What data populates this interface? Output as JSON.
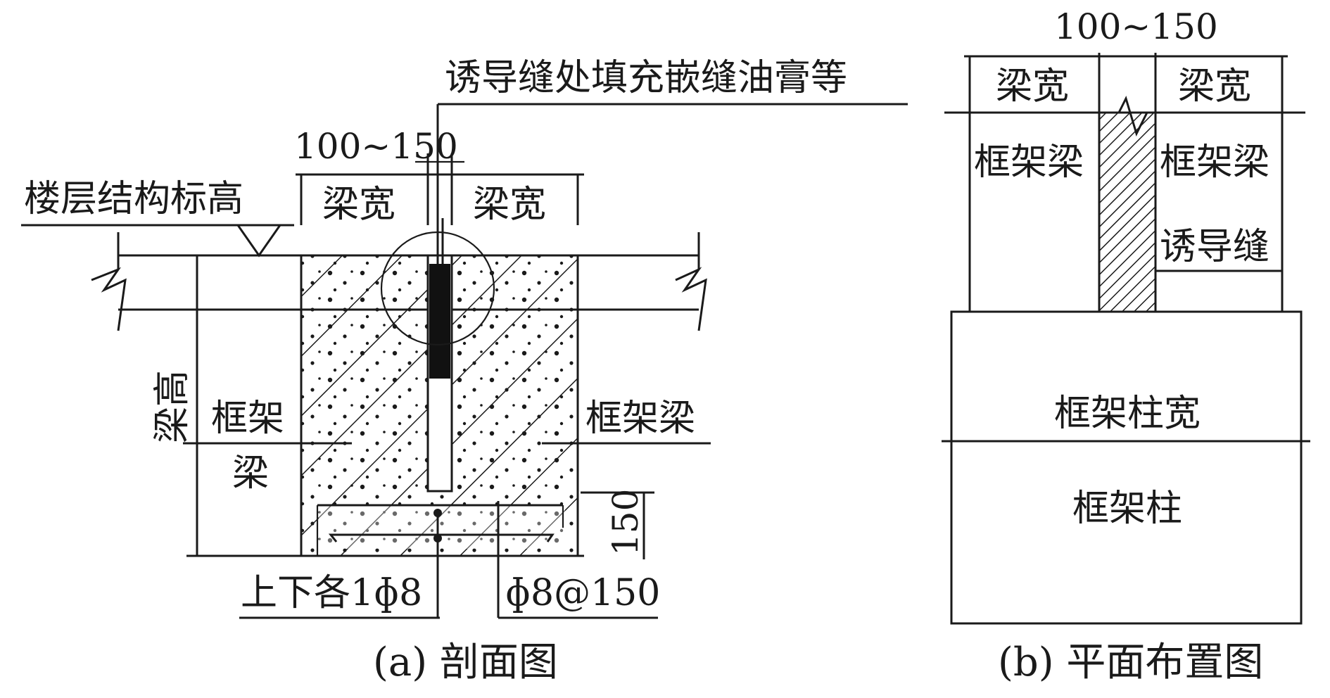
{
  "section": {
    "caption": "(a) 剖面图",
    "joint_note": "诱导缝处填充嵌缝油膏等",
    "floor_level_label": "楼层结构标高",
    "gap_dim": "100~150",
    "beam_width_left": "梁宽",
    "beam_width_right": "梁宽",
    "beam_height_label": "梁高",
    "frame_beam_left_line1": "框架",
    "frame_beam_left_line2": "梁",
    "frame_beam_right": "框架梁",
    "bottom_dim": "150",
    "rebar_left": "上下各1ɸ8",
    "rebar_right": "ɸ8@150"
  },
  "plan": {
    "caption": "(b) 平面布置图",
    "gap_dim": "100~150",
    "beam_width_left": "梁宽",
    "beam_width_right": "梁宽",
    "frame_beam_left": "框架梁",
    "frame_beam_right": "框架梁",
    "induced_joint": "诱导缝",
    "column_width": "框架柱宽",
    "column": "框架柱"
  }
}
